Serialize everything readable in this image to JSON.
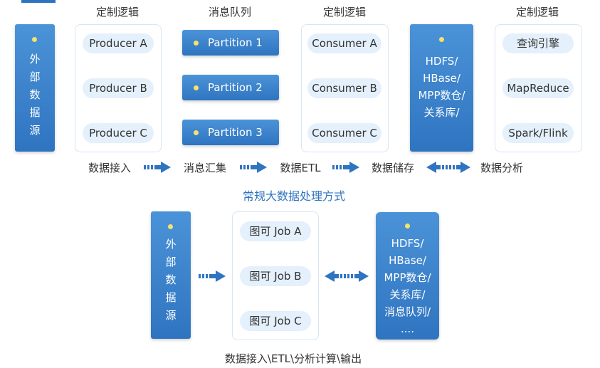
{
  "top": {
    "headers": [
      "定制逻辑",
      "消息队列",
      "定制逻辑",
      "定制逻辑"
    ],
    "source_chars": [
      "外",
      "部",
      "数",
      "据",
      "源"
    ],
    "producers": [
      "Producer A",
      "Producer B",
      "Producer C"
    ],
    "partitions": [
      "Partition 1",
      "Partition 2",
      "Partition 3"
    ],
    "consumers": [
      "Consumer A",
      "Consumer B",
      "Consumer C"
    ],
    "storage_lines": [
      "HDFS/",
      "HBase/",
      "MPP数仓/",
      "关系库/"
    ],
    "analysis": [
      "查询引擎",
      "MapReduce",
      "Spark/Flink"
    ],
    "stages": [
      "数据接入",
      "消息汇集",
      "数据ETL",
      "数据储存",
      "数据分析"
    ]
  },
  "middle_title": "常规大数据处理方式",
  "bottom": {
    "source_chars": [
      "外",
      "部",
      "数",
      "据",
      "源"
    ],
    "jobs": [
      "图可  Job A",
      "图可  Job B",
      "图可  Job C"
    ],
    "storage_lines": [
      "HDFS/",
      "HBase/",
      "MPP数仓/",
      "关系库/",
      "消息队列/",
      "...."
    ],
    "caption": "数据接入\\ETL\\分析计算\\输出"
  },
  "colors": {
    "accent": "#2f74c0",
    "pill": "#e4f0fb",
    "dot": "#f3e36a"
  }
}
